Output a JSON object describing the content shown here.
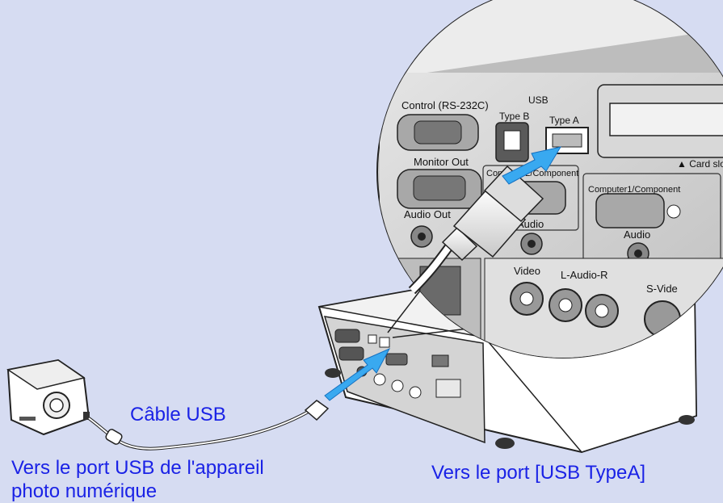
{
  "colors": {
    "background": "#d6dcf2",
    "label_blue": "#1a22e6",
    "arrow_blue": "#39a9f0",
    "panel_grey": "#c9c9c9"
  },
  "labels": {
    "cable": "Câble USB",
    "camera_line1": "Vers le port USB de l'appareil",
    "camera_line2": "photo numérique",
    "projector_port": "Vers le port [USB TypeA]"
  },
  "panel": {
    "control": "Control (RS-232C)",
    "usb": "USB",
    "type_b": "Type B",
    "type_a": "Type A",
    "monitor_out": "Monitor Out",
    "computer2": "Computer2/Component",
    "computer1": "Computer1/Component",
    "audio_out": "Audio Out",
    "audio": "Audio",
    "card_slot": "▲ Card slot",
    "video": "Video",
    "l_audio_r": "L-Audio-R",
    "s_video": "S-Vide"
  },
  "icons": [
    "camera-icon",
    "projector-icon",
    "usb-plug-icon",
    "arrow-icon"
  ]
}
